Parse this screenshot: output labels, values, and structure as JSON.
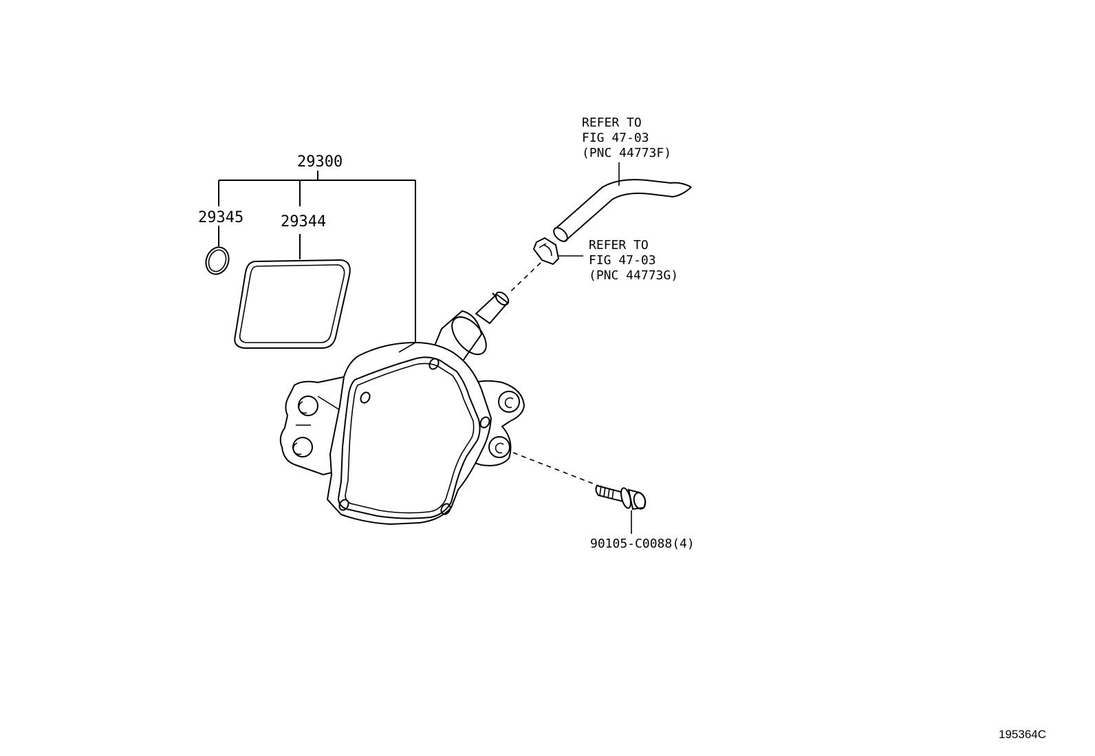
{
  "labels": {
    "assembly": "29300",
    "o_ring": "29345",
    "gasket": "29344",
    "bolt": "90105-C0088(4)",
    "drawing_code": "195364C"
  },
  "refs": {
    "hose": {
      "line1": "REFER TO",
      "line2": "FIG 47-03",
      "line3": "(PNC 44773F)"
    },
    "clamp": {
      "line1": "REFER TO",
      "line2": "FIG 47-03",
      "line3": "(PNC 44773G)"
    }
  }
}
